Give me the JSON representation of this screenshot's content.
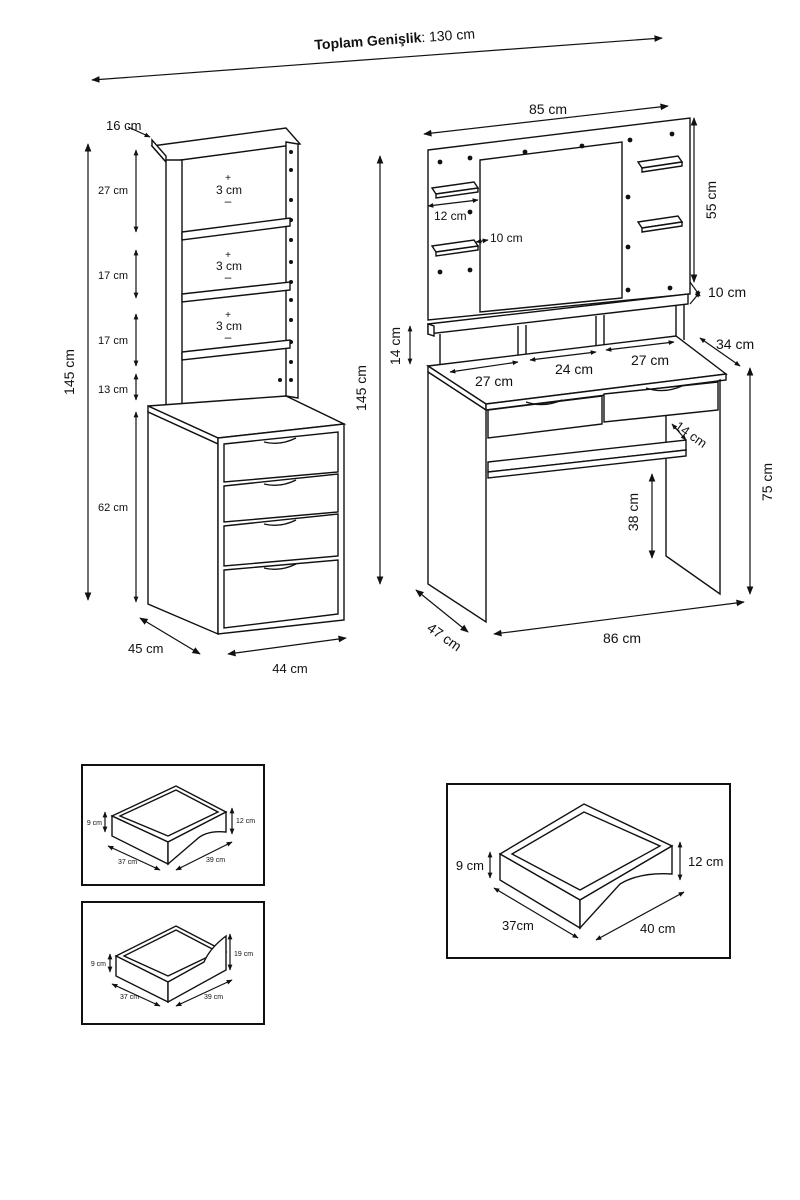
{
  "total_width": {
    "label": "Toplam Genişlik",
    "value": ": 130 cm"
  },
  "bookcase": {
    "depth_top": "16 cm",
    "shelf_gaps": [
      "27 cm",
      "17 cm",
      "17 cm",
      "13 cm"
    ],
    "adjust_mark": "3 cm",
    "cabinet_height": "62 cm",
    "total_height": "145 cm",
    "depth": "45 cm",
    "width": "44 cm"
  },
  "vanity": {
    "mirror_width": "85 cm",
    "mirror_height": "55 cm",
    "shelf_width": "12 cm",
    "shelf_offset": "10 cm",
    "top_depth": "10 cm",
    "compartment_height": "14 cm",
    "total_height": "145 cm",
    "compartments": [
      "27 cm",
      "24 cm",
      "27 cm"
    ],
    "desk_depth": "34 cm",
    "inner_depth": "14 cm",
    "desk_height": "75 cm",
    "knee_height": "38 cm",
    "depth": "47 cm",
    "width": "86 cm"
  },
  "drawer_small_1": {
    "height_front": "9 cm",
    "height_back": "12 cm",
    "depth": "37 cm",
    "width": "39 cm"
  },
  "drawer_small_2": {
    "height_front": "9 cm",
    "height_back": "19 cm",
    "depth": "37 cm",
    "width": "39 cm"
  },
  "drawer_large": {
    "height_front": "9 cm",
    "height_back": "12 cm",
    "depth": "37cm",
    "width": "40 cm"
  }
}
